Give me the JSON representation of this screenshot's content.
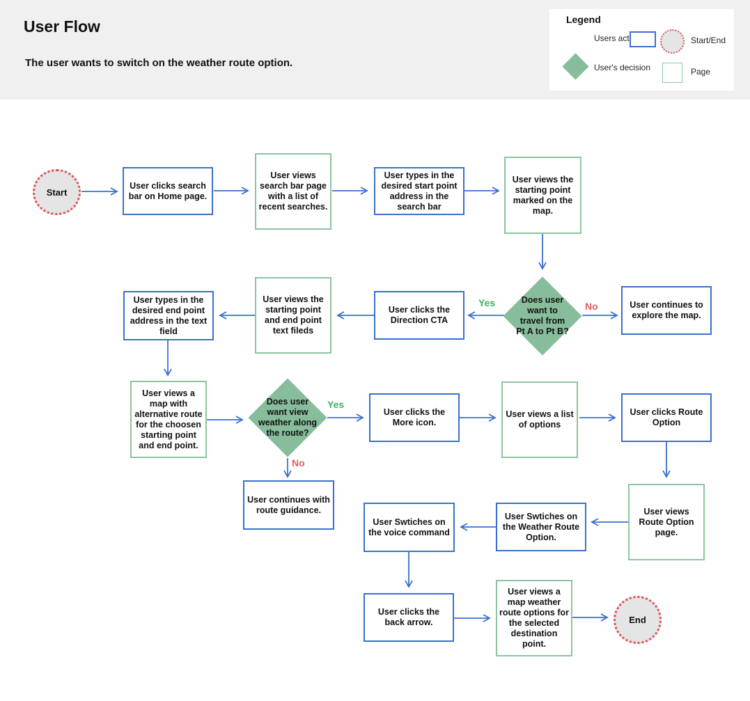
{
  "header": {
    "title": "User Flow",
    "subtitle": "The user wants to switch on the weather route option."
  },
  "legend": {
    "title": "Legend",
    "users_action": "Users act",
    "start_end": "Start/End",
    "users_decision": "User's decision",
    "page": "Page"
  },
  "colors": {
    "action_border": "#3a6fd1",
    "page_border": "#8cc49e",
    "decision_fill": "#87bd9b",
    "terminal_fill": "#e5e5e5",
    "terminal_border": "#e05050",
    "connector": "#3a6fd1",
    "yes": "#3fb060",
    "no": "#e06060"
  },
  "flow": {
    "start": "Start",
    "end": "End",
    "n1": "User clicks search bar on Home page.",
    "n2": "User views search bar page with a list of recent searches.",
    "n3": "User types in the desired start point address in the search bar",
    "n4": "User views the starting point marked on the map.",
    "d1": "Does user want to travel from Pt A to Pt B?",
    "d1_yes": "Yes",
    "d1_no": "No",
    "n5": "User continues to explore the map.",
    "n6": "User clicks the Direction CTA",
    "n7": "User views the starting point and end point text fileds",
    "n8": "User types in the desired end point address in the text field",
    "n9": "User views a map with alternative route for the choosen starting point and end point.",
    "d2": "Does user want view weather along the route?",
    "d2_yes": "Yes",
    "d2_no": "No",
    "n10": "User continues with route guidance.",
    "n11": "User clicks the More icon.",
    "n12": "User views a list of options",
    "n13": "User clicks Route Option",
    "n14": "User views Route Option page.",
    "n15": "User Swtiches on the Weather Route Option.",
    "n16": "User Swtiches on the voice command",
    "n17": "User clicks the back arrow.",
    "n18": "User views a map weather route options for the selected destination point."
  }
}
